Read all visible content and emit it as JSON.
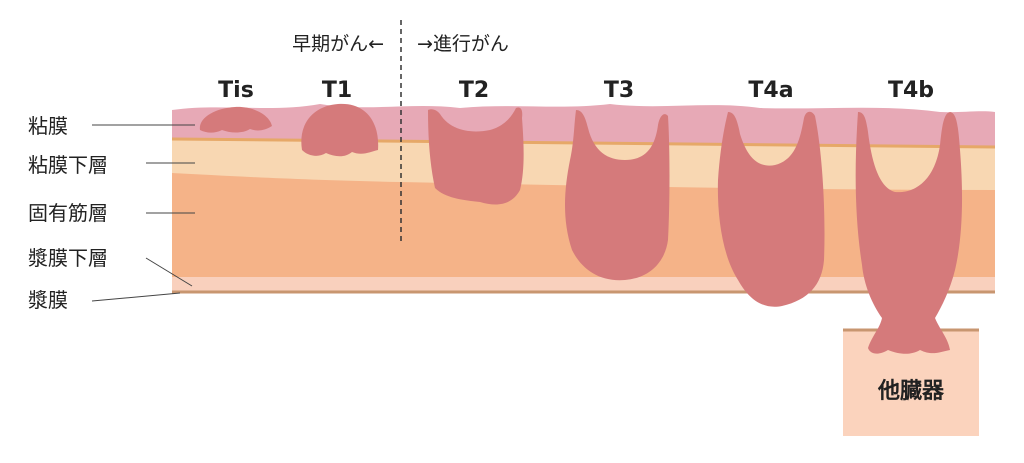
{
  "header": {
    "early_label": "早期がん←",
    "advanced_label": "→進行がん"
  },
  "stages": [
    "Tis",
    "T1",
    "T2",
    "T3",
    "T4a",
    "T4b"
  ],
  "layers": [
    "粘膜",
    "粘膜下層",
    "固有筋層",
    "漿膜下層",
    "漿膜"
  ],
  "other_organ": "他臓器",
  "colors": {
    "mucosa": "#e7a9b6",
    "submucosa": "#f8d7b2",
    "muscularis": "#f5b388",
    "subserosa": "#f9d0bd",
    "serosa_line": "#c89670",
    "tumor": "#d57a7b",
    "organ": "#fbd3bd"
  }
}
